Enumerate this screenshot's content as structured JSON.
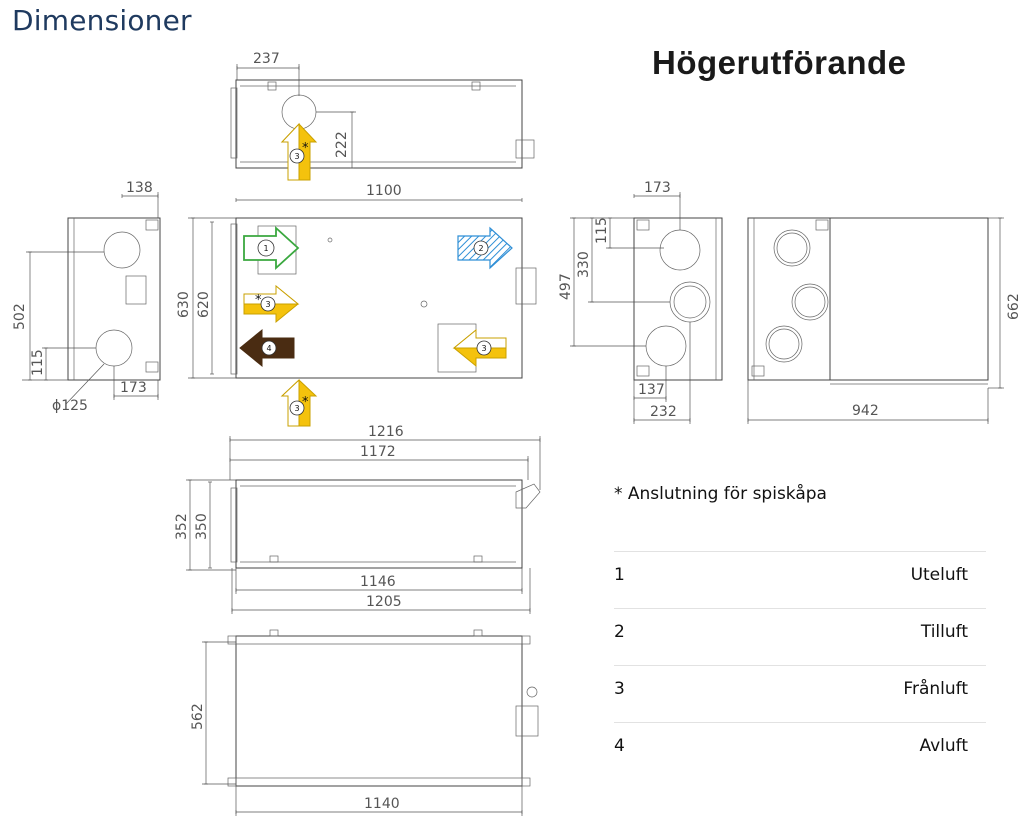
{
  "header": {
    "title": "Dimensioner",
    "variant": "Högerutförande"
  },
  "note": "* Anslutning för spiskåpa",
  "legend": [
    {
      "num": "1",
      "label": "Uteluft"
    },
    {
      "num": "2",
      "label": "Tilluft"
    },
    {
      "num": "3",
      "label": "Frånluft"
    },
    {
      "num": "4",
      "label": "Avluft"
    }
  ],
  "dims": {
    "top_237": "237",
    "top_222": "222",
    "plan_1100": "1100",
    "plan_630": "630",
    "plan_620": "620",
    "left_138": "138",
    "left_502": "502",
    "left_115": "115",
    "left_173": "173",
    "left_phi": "ϕ125",
    "r_173": "173",
    "r_115": "115",
    "r_330": "330",
    "r_497": "497",
    "r_137": "137",
    "r_232": "232",
    "rr_662": "662",
    "rr_942": "942",
    "f_1216": "1216",
    "f_1172": "1172",
    "f_352": "352",
    "f_350": "350",
    "f_1146": "1146",
    "f_1205": "1205",
    "b_562": "562",
    "b_1140": "1140"
  },
  "arrows": {
    "a1": "1",
    "a2": "2",
    "a3": "3",
    "a4": "4",
    "star": "*"
  },
  "colors": {
    "green": "#3aa83f",
    "blue": "#2f8fd6",
    "yellow": "#f4c20d",
    "brown": "#4a2c12",
    "title": "#1f3a5f"
  }
}
